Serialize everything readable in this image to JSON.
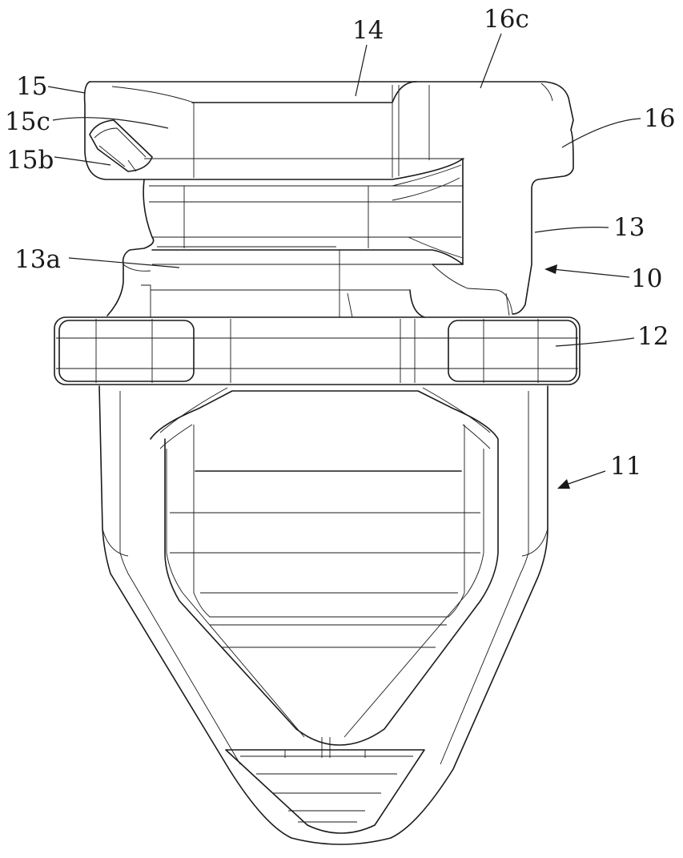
{
  "figure": {
    "labels": {
      "l14": "14",
      "l16c": "16c",
      "l15": "15",
      "l15c": "15c",
      "l15b": "15b",
      "l16": "16",
      "l13": "13",
      "l13a": "13a",
      "l10": "10",
      "l12": "12",
      "l11": "11"
    }
  }
}
